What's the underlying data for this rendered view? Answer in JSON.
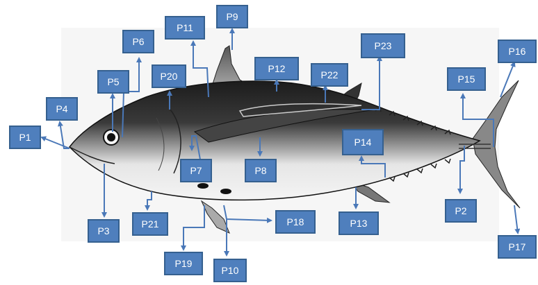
{
  "colors": {
    "label_fill": "#4f7fbd",
    "label_border": "#35608f",
    "arrow": "#4a78b8",
    "fish_dark": "#1f1f1f",
    "fish_light": "#e8e8e8"
  },
  "labels": {
    "P1": "P1",
    "P2": "P2",
    "P3": "P3",
    "P4": "P4",
    "P5": "P5",
    "P6": "P6",
    "P7": "P7",
    "P8": "P8",
    "P9": "P9",
    "P10": "P10",
    "P11": "P11",
    "P12": "P12",
    "P13": "P13",
    "P14": "P14",
    "P15": "P15",
    "P16": "P16",
    "P17": "P17",
    "P18": "P18",
    "P19": "P19",
    "P20": "P20",
    "P21": "P21",
    "P22": "P22",
    "P23": "P23"
  }
}
